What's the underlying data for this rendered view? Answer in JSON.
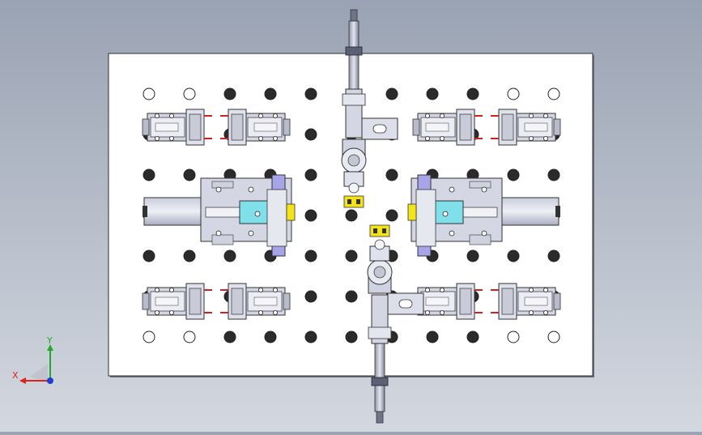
{
  "viewport": {
    "background_top": "#9aa3b3",
    "background_bottom": "#d3d8e0"
  },
  "fixture_plate": {
    "color": "#ffffff",
    "hole_rows": 7,
    "hole_columns": 11,
    "hole_color": "#2b2b2b"
  },
  "triad": {
    "x_label": "X",
    "y_label": "Y",
    "x_color": "#e0201b",
    "y_color": "#24a82b",
    "z_color": "#1c3fd1"
  },
  "colors": {
    "clamp_body": "#d4d6e4",
    "block_accent": "#7fe0ea",
    "cylinder_accent": "#a7a4e8",
    "warning_yellow": "#f5e31a",
    "red_pin": "#cc2222"
  }
}
